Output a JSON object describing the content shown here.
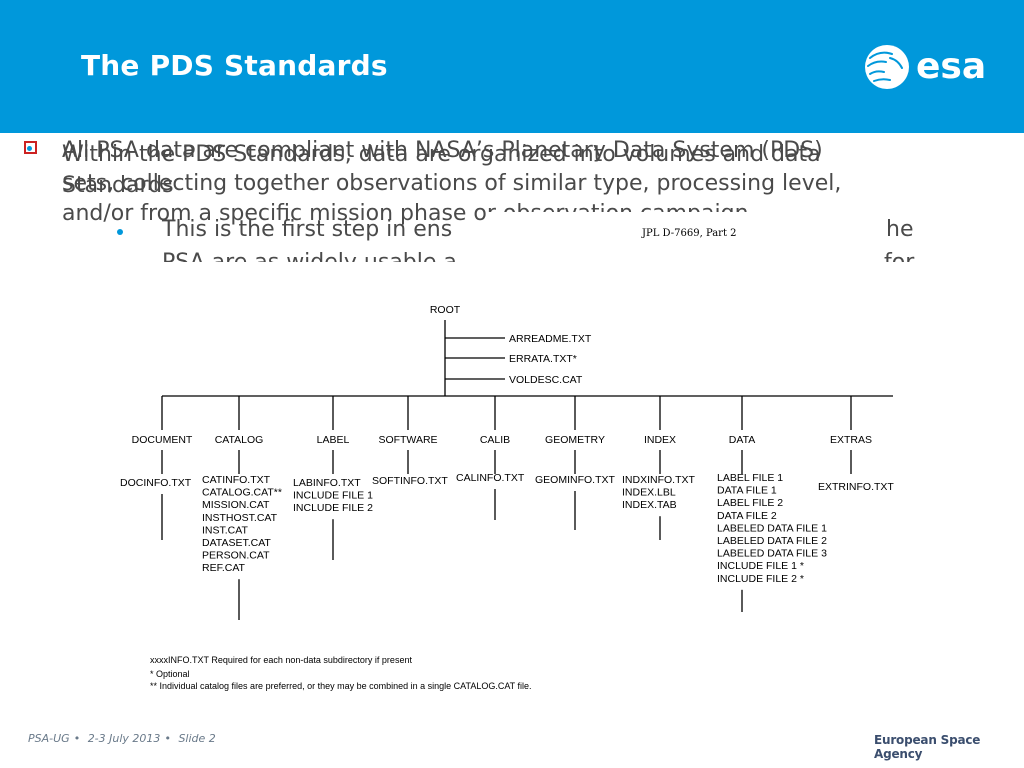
{
  "slide": {
    "title": "The PDS Standards",
    "logo_text": "esa",
    "agency": "European Space Agency",
    "bullet1_a": "All PSA data are compliant with NASA’s Planetary Data System (PDS)",
    "bullet1_b": "Standards",
    "bullet2_a": "Within the PDS Standards, data are organized into volumes and data",
    "bullet2_b": "sets, collecting together observations of similar type, processing level,",
    "bullet2_c": "and/or from a specific mission phase or observation campaign",
    "sub_a": "This is the first step in ens",
    "sub_a_tail": "he",
    "sub_b": "PSA are as widely usable a",
    "sub_b_tail": "for"
  },
  "figure": {
    "caption": "JPL D-7669, Part 2",
    "root": "ROOT",
    "root_files": [
      "ARREADME.TXT",
      "ERRATA.TXT*",
      "VOLDESC.CAT"
    ],
    "directories": [
      {
        "name": "DOCUMENT",
        "files": [
          "DOCINFO.TXT"
        ]
      },
      {
        "name": "CATALOG",
        "files": [
          "CATINFO.TXT",
          "CATALOG.CAT**",
          "MISSION.CAT",
          "INSTHOST.CAT",
          "INST.CAT",
          "DATASET.CAT",
          "PERSON.CAT",
          "REF.CAT"
        ]
      },
      {
        "name": "LABEL",
        "files": [
          "LABINFO.TXT",
          "INCLUDE FILE 1",
          "INCLUDE FILE 2"
        ]
      },
      {
        "name": "SOFTWARE",
        "files": [
          "SOFTINFO.TXT"
        ]
      },
      {
        "name": "CALIB",
        "files": [
          "CALINFO.TXT"
        ]
      },
      {
        "name": "GEOMETRY",
        "files": [
          "GEOMINFO.TXT"
        ]
      },
      {
        "name": "INDEX",
        "files": [
          "INDXINFO.TXT",
          "INDEX.LBL",
          "INDEX.TAB"
        ]
      },
      {
        "name": "DATA",
        "files": [
          "LABEL FILE 1",
          "DATA FILE 1",
          "LABEL FILE 2",
          "DATA FILE 2",
          "LABELED DATA FILE 1",
          "LABELED DATA FILE 2",
          "LABELED DATA FILE 3",
          "INCLUDE FILE 1 *",
          "INCLUDE FILE 2 *"
        ]
      },
      {
        "name": "EXTRAS",
        "files": [
          "EXTRINFO.TXT"
        ]
      }
    ],
    "notes": [
      "xxxxINFO.TXT Required for each non-data subdirectory if present",
      "* Optional",
      "** Individual catalog files are preferred, or they may be combined in a single CATALOG.CAT file."
    ]
  },
  "footer": {
    "event": "PSA-UG",
    "date": "2-3 July 2013",
    "slide": "Slide 2"
  },
  "colors": {
    "header": "#0098db",
    "bullet": "#cc2222",
    "sub_bullet": "#0098db"
  }
}
